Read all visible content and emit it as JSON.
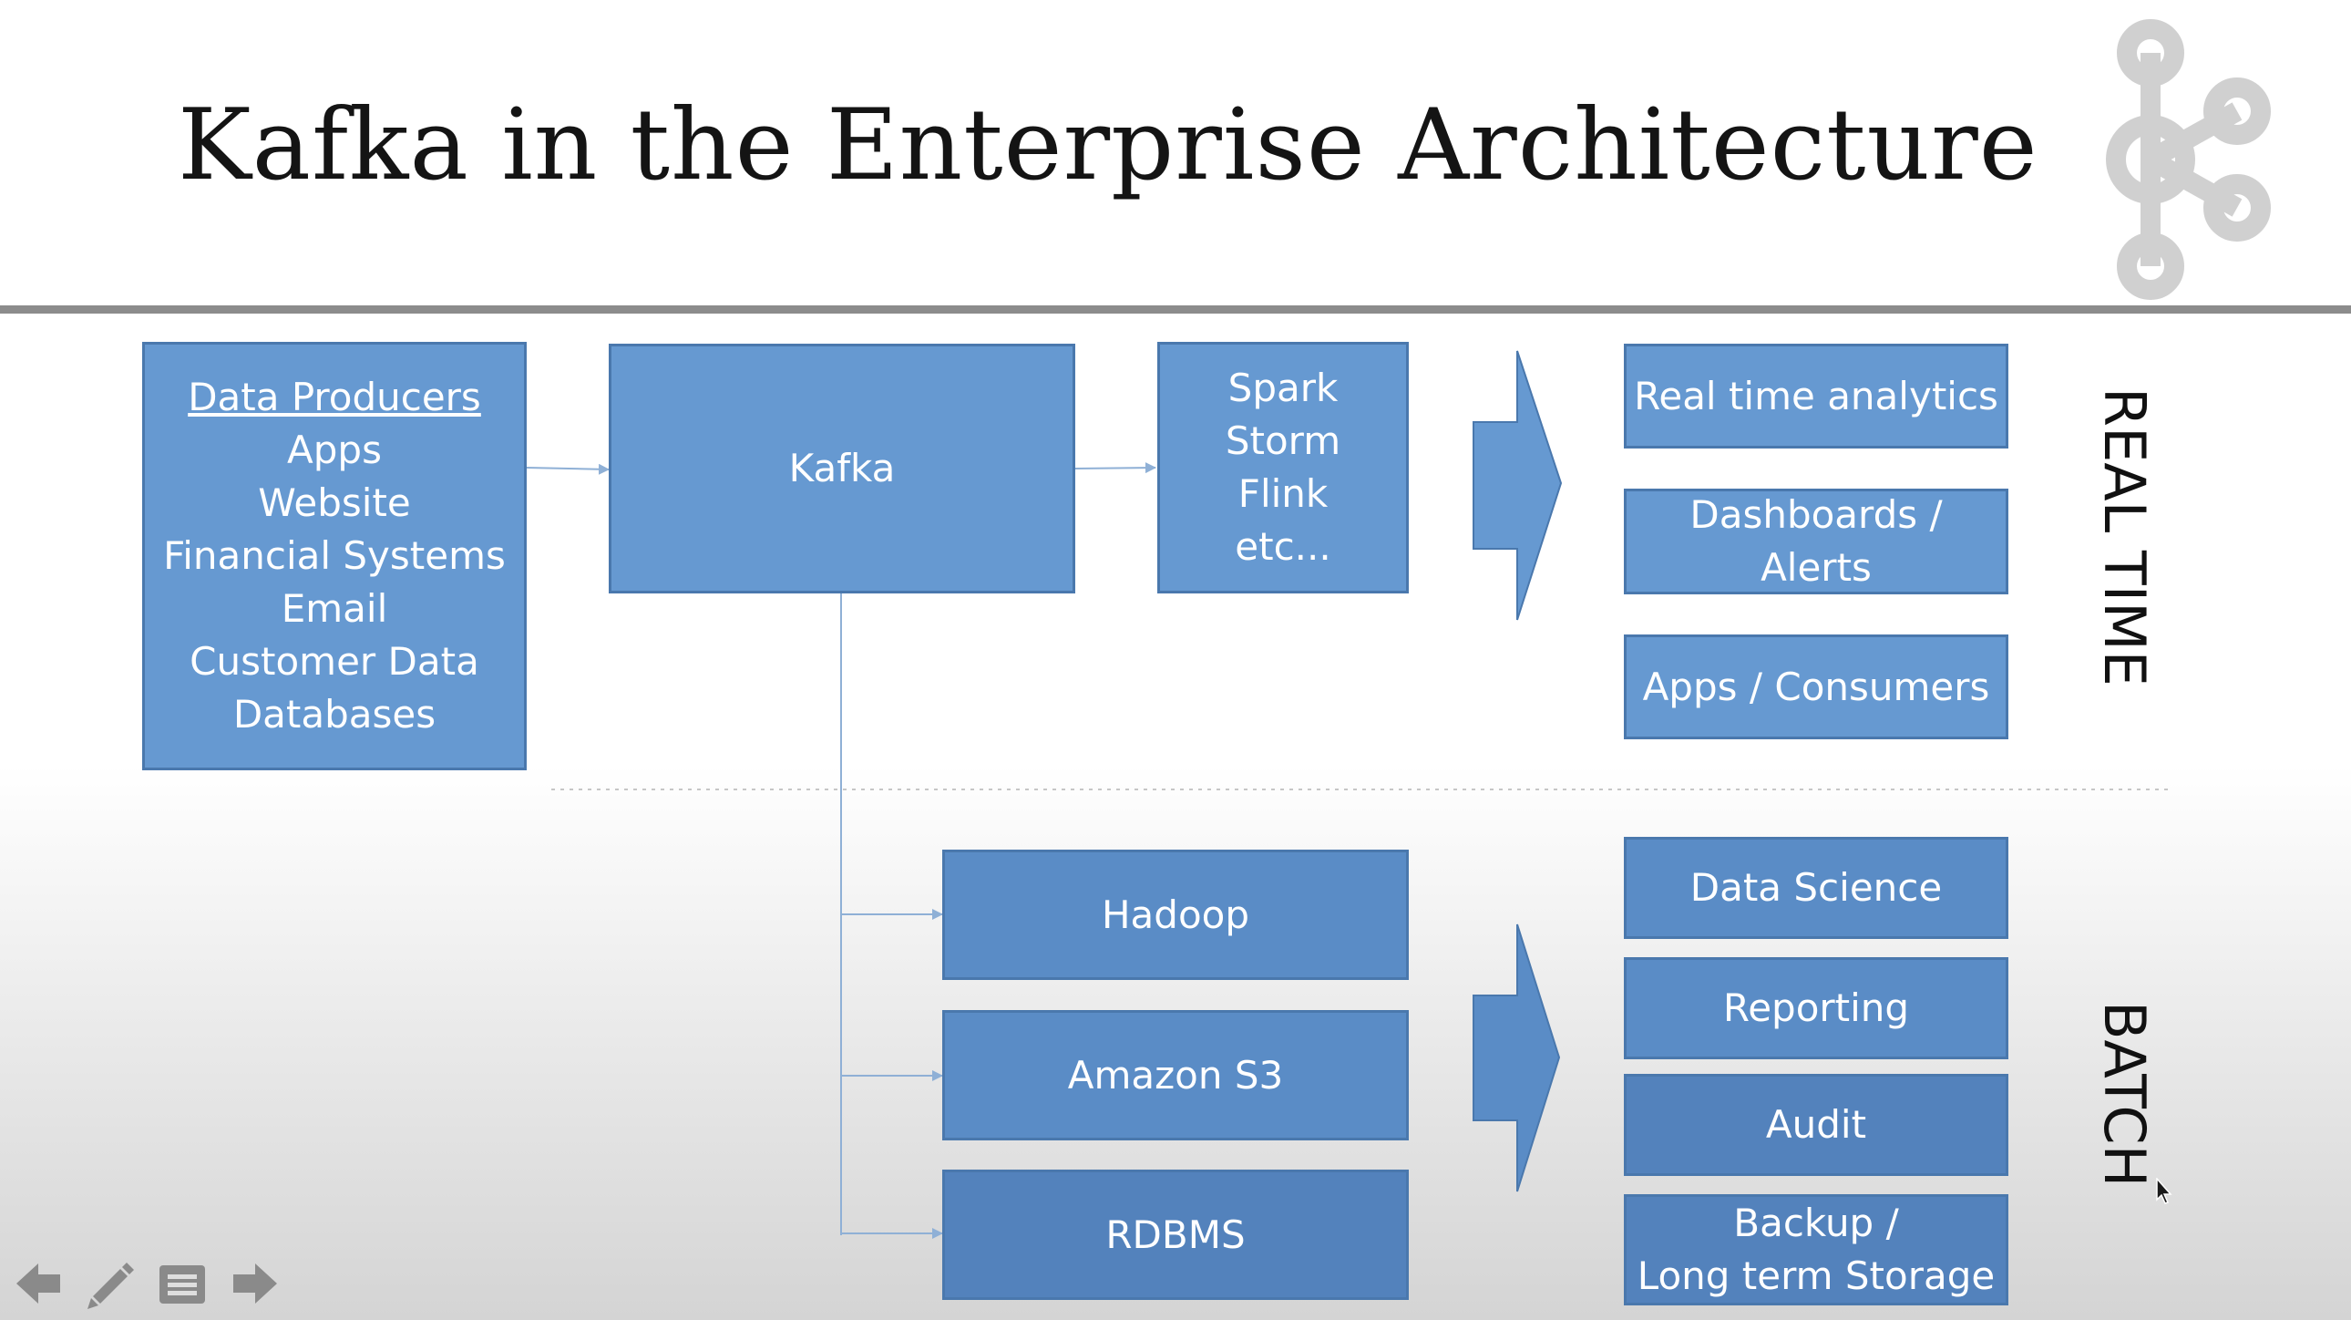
{
  "title": "Kafka in the Enterprise Architecture",
  "producers": {
    "heading": "Data Producers",
    "items": [
      "Apps",
      "Website",
      "Financial Systems",
      "Email",
      "Customer Data",
      "Databases"
    ]
  },
  "kafka": {
    "label": "Kafka"
  },
  "stream_processors": {
    "lines": [
      "Spark",
      "Storm",
      "Flink",
      "etc..."
    ]
  },
  "real_time": {
    "label": "REAL TIME",
    "outputs": [
      {
        "lines": [
          "Real time analytics"
        ]
      },
      {
        "lines": [
          "Dashboards /",
          "Alerts"
        ]
      },
      {
        "lines": [
          "Apps / Consumers"
        ]
      }
    ]
  },
  "batch": {
    "label": "BATCH",
    "stores": [
      "Hadoop",
      "Amazon S3",
      "RDBMS"
    ],
    "outputs": [
      {
        "lines": [
          "Data Science"
        ]
      },
      {
        "lines": [
          "Reporting"
        ]
      },
      {
        "lines": [
          "Audit"
        ]
      },
      {
        "lines": [
          "Backup /",
          "Long term Storage"
        ]
      }
    ]
  },
  "colors": {
    "box_fill": "#6699d1",
    "box_border": "#4a78ad",
    "connector": "#8fb0d6",
    "title_rule": "#8c8c8c",
    "logo": "#d0d0d0",
    "nav_icons": "#8a8a8a"
  },
  "icons": {
    "logo": "kafka-logo-icon",
    "nav": [
      "arrow-left-icon",
      "pen-icon",
      "notes-icon",
      "arrow-right-icon"
    ]
  }
}
